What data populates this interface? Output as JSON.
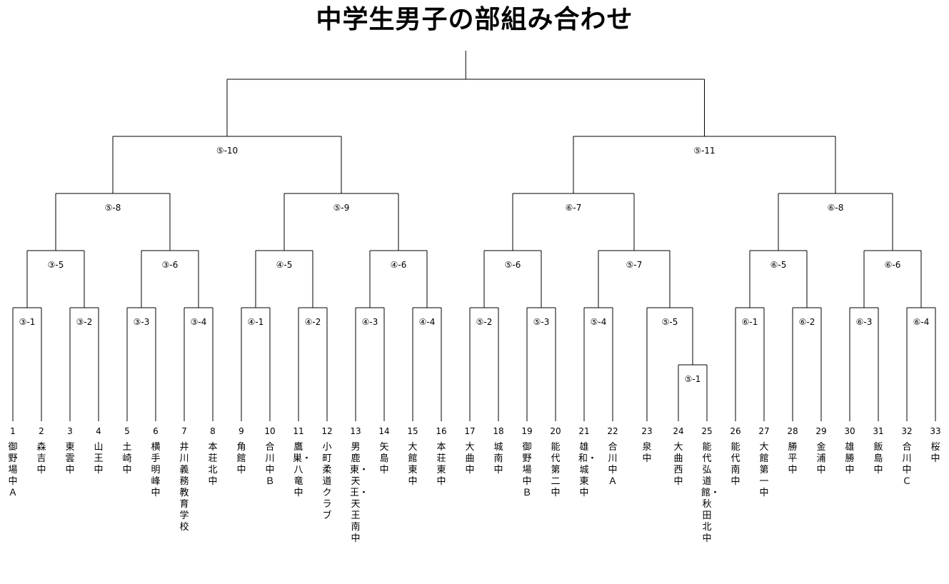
{
  "title": "中学生男子の部組み合わせ",
  "teams": [
    {
      "num": "1",
      "name": "御野場中Ａ"
    },
    {
      "num": "2",
      "name": "森吉中"
    },
    {
      "num": "3",
      "name": "東雲中"
    },
    {
      "num": "4",
      "name": "山王中"
    },
    {
      "num": "5",
      "name": "土崎中"
    },
    {
      "num": "6",
      "name": "横手明峰中"
    },
    {
      "num": "7",
      "name": "井川義務教育学校"
    },
    {
      "num": "8",
      "name": "本荘北中"
    },
    {
      "num": "9",
      "name": "角館中"
    },
    {
      "num": "10",
      "name": "合川中Ｂ"
    },
    {
      "num": "11",
      "name": "鷹巣・八竜中"
    },
    {
      "num": "12",
      "name": "小町柔道クラブ"
    },
    {
      "num": "13",
      "name": "男鹿東・天王・天王南中"
    },
    {
      "num": "14",
      "name": "矢島中"
    },
    {
      "num": "15",
      "name": "大館東中"
    },
    {
      "num": "16",
      "name": "本荘東中"
    },
    {
      "num": "17",
      "name": "大曲中"
    },
    {
      "num": "18",
      "name": "城南中"
    },
    {
      "num": "19",
      "name": "御野場中Ｂ"
    },
    {
      "num": "20",
      "name": "能代第二中"
    },
    {
      "num": "21",
      "name": "雄和・城東中"
    },
    {
      "num": "22",
      "name": "合川中Ａ"
    },
    {
      "num": "23",
      "name": "泉中"
    },
    {
      "num": "24",
      "name": "大曲西中"
    },
    {
      "num": "25",
      "name": "能代弘道館・秋田北中"
    },
    {
      "num": "26",
      "name": "能代南中"
    },
    {
      "num": "27",
      "name": "大館第一中"
    },
    {
      "num": "28",
      "name": "勝平中"
    },
    {
      "num": "29",
      "name": "金浦中"
    },
    {
      "num": "30",
      "name": "雄勝中"
    },
    {
      "num": "31",
      "name": "飯島中"
    },
    {
      "num": "32",
      "name": "合川中Ｃ"
    },
    {
      "num": "33",
      "name": "桜中"
    }
  ],
  "matches": [
    {
      "label": "③-1"
    },
    {
      "label": "③-2"
    },
    {
      "label": "③-3"
    },
    {
      "label": "③-4"
    },
    {
      "label": "④-1"
    },
    {
      "label": "④-2"
    },
    {
      "label": "④-3"
    },
    {
      "label": "④-4"
    },
    {
      "label": "⑤-2"
    },
    {
      "label": "⑤-3"
    },
    {
      "label": "⑤-4"
    },
    {
      "label": "⑤-1"
    },
    {
      "label": "⑤-5"
    },
    {
      "label": "⑥-1"
    },
    {
      "label": "⑥-2"
    },
    {
      "label": "⑥-3"
    },
    {
      "label": "⑥-4"
    },
    {
      "label": "③-5"
    },
    {
      "label": "③-6"
    },
    {
      "label": "④-5"
    },
    {
      "label": "④-6"
    },
    {
      "label": "⑤-6"
    },
    {
      "label": "⑤-7"
    },
    {
      "label": "⑥-5"
    },
    {
      "label": "⑥-6"
    },
    {
      "label": "⑤-8"
    },
    {
      "label": "⑤-9"
    },
    {
      "label": "⑥-7"
    },
    {
      "label": "⑥-8"
    },
    {
      "label": "⑤-10"
    },
    {
      "label": "⑤-11"
    }
  ]
}
